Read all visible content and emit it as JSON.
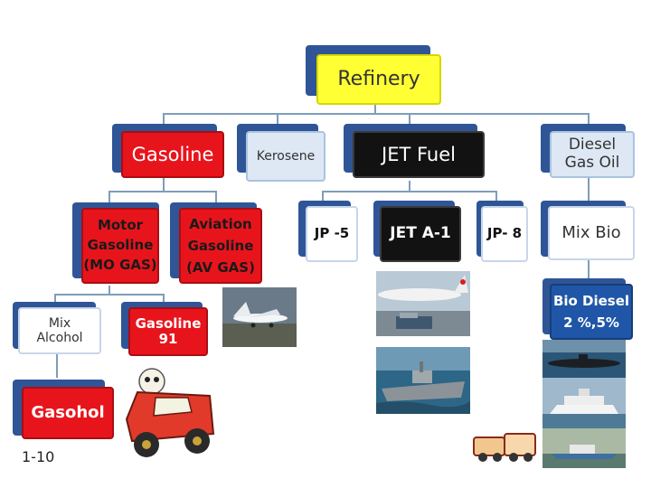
{
  "root": {
    "label": "Refinery"
  },
  "level1": {
    "gasoline": "Gasoline",
    "kerosene": "Kerosene",
    "jet_fuel": "JET Fuel",
    "diesel_line1": "Diesel",
    "diesel_line2": "Gas Oil"
  },
  "gasoline_children": {
    "motor_line1": "Motor",
    "motor_line2": "Gasoline",
    "motor_line3": "(MO GAS)",
    "aviation_line1": "Aviation",
    "aviation_line2": "Gasoline",
    "aviation_line3": "(AV GAS)"
  },
  "jet_children": {
    "jp5": "JP -5",
    "jeta1": "JET A-1",
    "jp8": "JP- 8"
  },
  "diesel_children": {
    "mix_bio": "Mix Bio",
    "bio_line1": "Bio Diesel",
    "bio_line2": "2 %,5%"
  },
  "motor_children": {
    "mix_line1": "Mix",
    "mix_line2": "Alcohol",
    "g91_line1": "Gasoline",
    "g91_line2": "91"
  },
  "alcohol_children": {
    "gasohol": "Gasohol"
  },
  "footer": {
    "page_number": "1-10"
  },
  "colors": {
    "red": "#e8141c",
    "dark_blue": "#2f5597",
    "yellow": "#ffff33",
    "black": "#121212",
    "pale_blue": "#dde8f4"
  },
  "images": [
    "small-airplane-photo",
    "jet-airliner-photo",
    "naval-ship-photo",
    "submarine-photo",
    "cruise-ship-photo",
    "fishing-boat-photo",
    "cartoon-car-illustration",
    "cartoon-trucks-illustration"
  ]
}
